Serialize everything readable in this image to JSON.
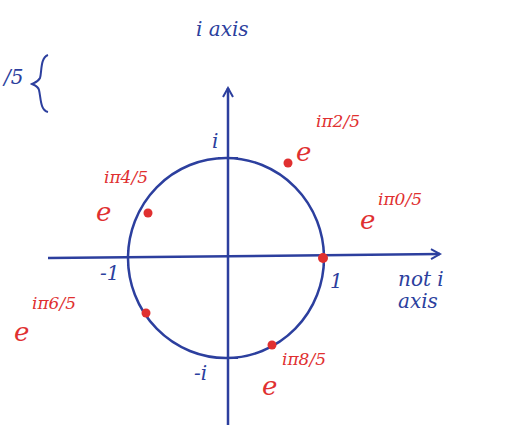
{
  "diagram": {
    "labels": [
      "i axis",
      "not i axis",
      "i",
      "-i",
      "-1",
      "1",
      "e",
      "iπ0/5",
      "e",
      "iπ2/5",
      "e",
      "iπ4/5",
      "e",
      "iπ6/5",
      "e",
      "iπ8/5",
      "/5"
    ]
  }
}
